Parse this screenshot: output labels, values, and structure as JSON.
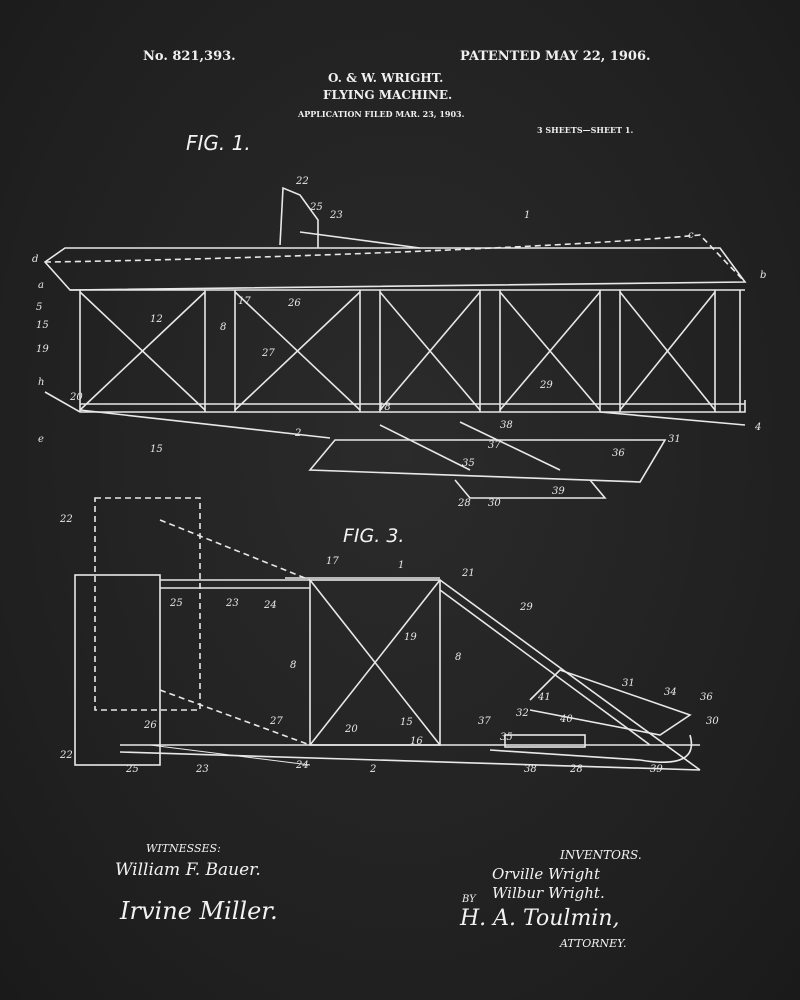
{
  "header": {
    "patent_number": "No. 821,393.",
    "patent_date": "PATENTED MAY 22, 1906.",
    "inventors_line": "O. & W. WRIGHT.",
    "title": "FLYING MACHINE.",
    "application": "APPLICATION FILED MAR. 23, 1903.",
    "sheets": "3 SHEETS—SHEET 1."
  },
  "figures": {
    "fig1_label": "FIG. 1.",
    "fig3_label": "FIG. 3.",
    "fig1_callouts": [
      "22",
      "25",
      "23",
      "1",
      "c",
      "d",
      "b",
      "a",
      "5",
      "15",
      "19",
      "h",
      "20",
      "e",
      "12",
      "8",
      "26",
      "27",
      "17",
      "29",
      "18",
      "2",
      "15",
      "38",
      "37",
      "36",
      "35",
      "31",
      "28",
      "30",
      "39",
      "4"
    ],
    "fig3_callouts": [
      "22",
      "17",
      "1",
      "21",
      "25",
      "23",
      "24",
      "8",
      "19",
      "8",
      "29",
      "31",
      "34",
      "36",
      "30",
      "26",
      "25",
      "27",
      "20",
      "15",
      "16",
      "41",
      "32",
      "40",
      "37",
      "35",
      "22",
      "23",
      "24",
      "2",
      "38",
      "28",
      "39"
    ]
  },
  "signatures": {
    "witnesses_label": "WITNESSES:",
    "witness_1": "William F. Bauer.",
    "witness_2": "Irvine Miller.",
    "inventors_label": "INVENTORS.",
    "inventor_1": "Orville Wright",
    "inventor_2": "Wilbur Wright.",
    "by_label": "BY",
    "attorney_signature": "H. A. Toulmin,",
    "attorney_label": "ATTORNEY."
  }
}
